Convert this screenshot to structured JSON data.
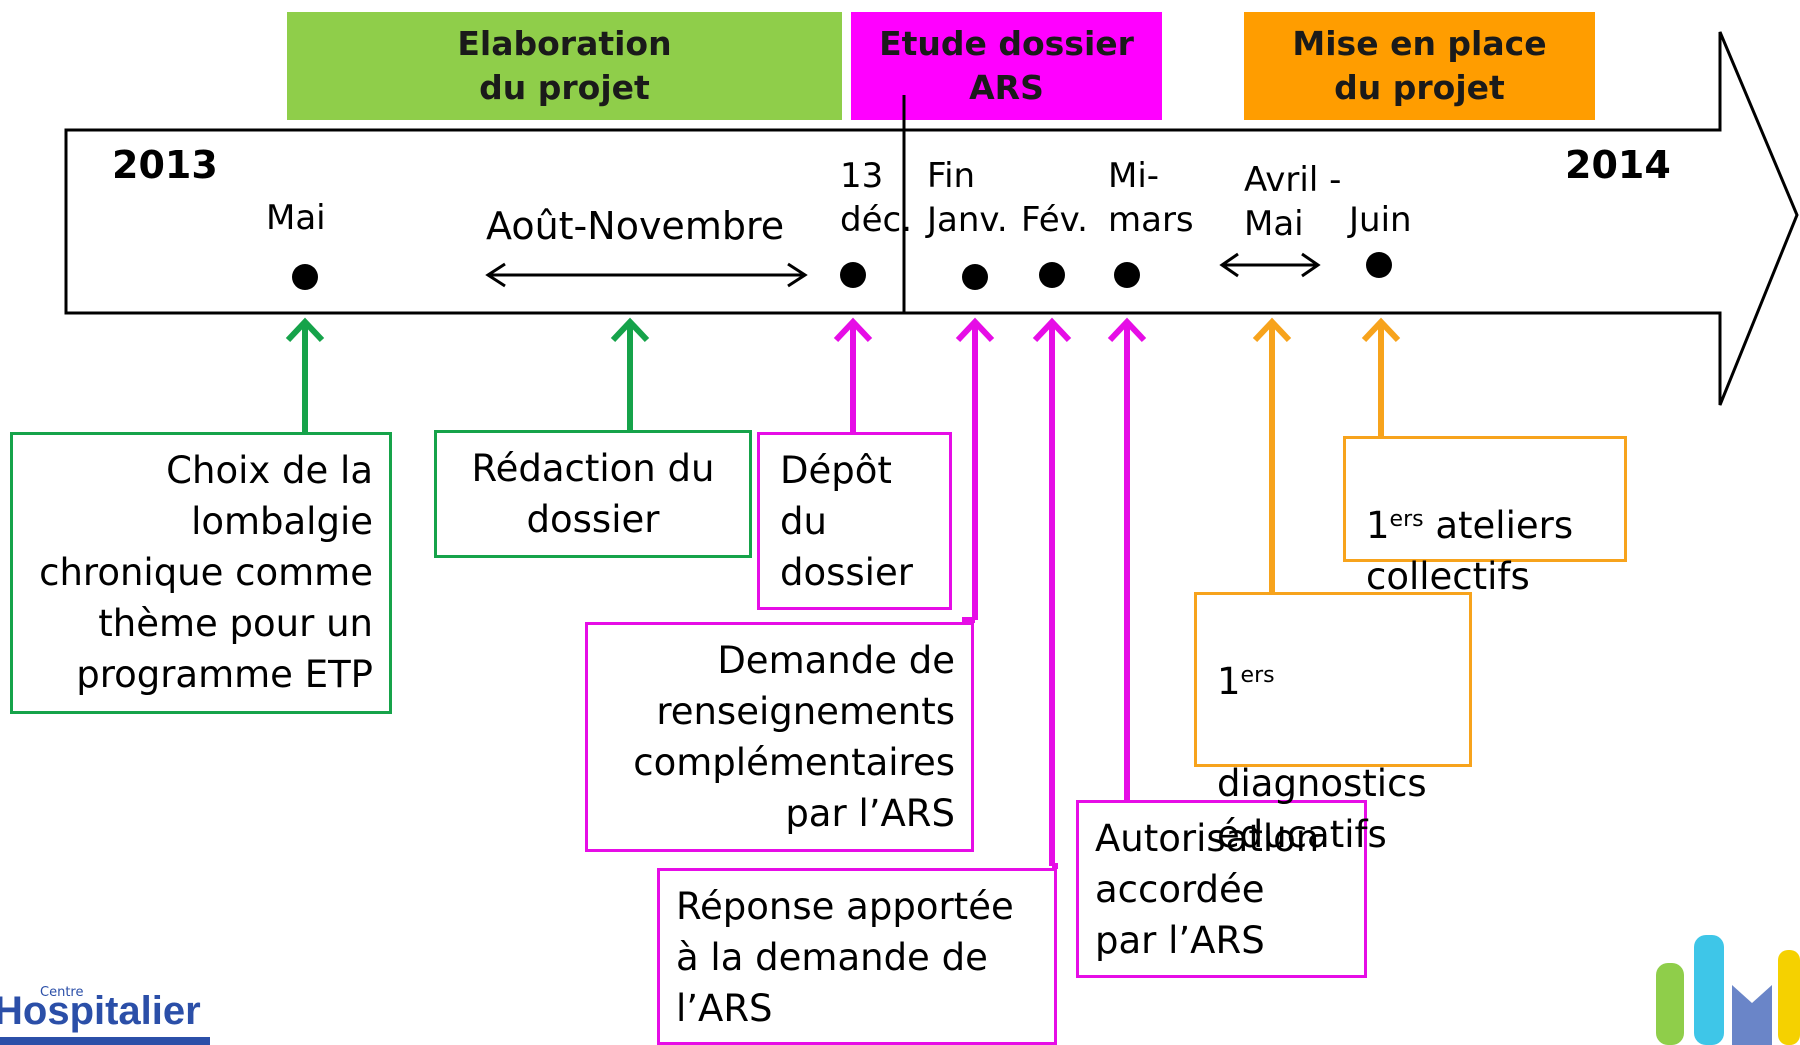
{
  "phases": {
    "elaboration": "Elaboration\ndu projet",
    "etude": "Etude dossier\nARS",
    "mise_en_place": "Mise en place\ndu projet"
  },
  "timeline": {
    "year_start": "2013",
    "year_end": "2014",
    "labels": {
      "mai": "Mai",
      "aout_novembre": "Août-Novembre",
      "dec_13": "13\ndéc.",
      "fin_janv": "Fin\nJanv.",
      "fev": "Fév.",
      "mi_mars": "Mi-\nmars",
      "avril_mai": "Avril -\nMai",
      "juin": "Juin"
    }
  },
  "boxes": {
    "choix": "Choix de la\nlombalgie\nchronique comme\nthème pour un\nprogramme ETP",
    "redaction": "Rédaction du\ndossier",
    "depot": "Dépôt\ndu\ndossier",
    "demande": "Demande de\nrenseignements\ncomplémentaires\npar l’ARS",
    "reponse": "Réponse apportée\nà la demande de\nl’ARS",
    "autorisation": "Autorisation\naccordée\npar l’ARS",
    "diagnostics_sup": "1",
    "diagnostics_sup2": "ers",
    "diagnostics": "diagnostics\néducatifs",
    "ateliers_num": "1",
    "ateliers_sup": "ers",
    "ateliers": " ateliers\ncollectifs"
  },
  "logo": {
    "small": "Centre",
    "main": "Hospitalier"
  },
  "colors": {
    "green_phase": "#8fce4a",
    "magenta": "#ff00ff",
    "orange": "#ff9d00",
    "green_arrow": "#16a34a",
    "pink_arrow": "#e60de6",
    "orange_arrow": "#f7a31c"
  }
}
